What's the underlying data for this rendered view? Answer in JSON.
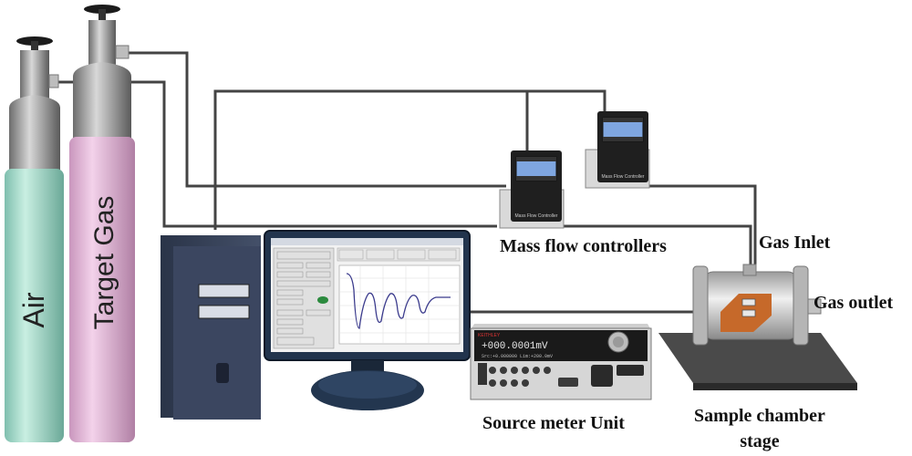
{
  "cylinders": {
    "air": {
      "label": "Air",
      "color": "#a8dccb"
    },
    "target": {
      "label": "Target Gas",
      "color": "#e3b8d8"
    }
  },
  "labels": {
    "mfc": "Mass flow controllers",
    "gas_inlet": "Gas Inlet",
    "gas_outlet": "Gas outlet",
    "source_meter": "Source meter Unit",
    "chamber_line1": "Sample chamber",
    "chamber_line2": "stage"
  },
  "devices": {
    "mfc_caption": "Mass Flow Controller",
    "smu_display": "+000.0001mV",
    "smu_subline": "Src:+0.000000  Lim:+200.0mV",
    "smu_brand": "KEITHLEY"
  },
  "colors": {
    "pipe": "#444444",
    "label": "#111111",
    "plot_line": "#3a3a8c"
  }
}
